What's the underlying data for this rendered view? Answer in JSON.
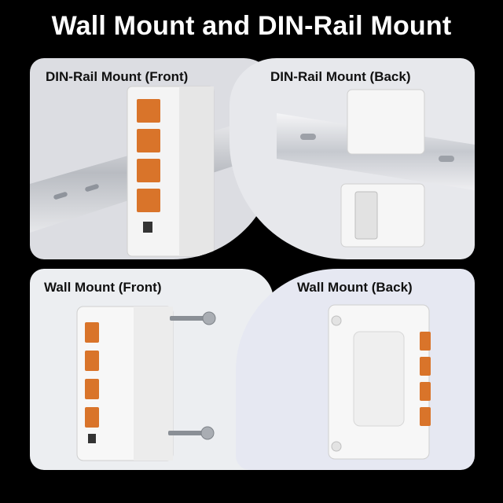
{
  "title": "Wall Mount and DIN-Rail Mount",
  "panels": {
    "din_front": {
      "label": "DIN-Rail Mount (Front)"
    },
    "din_back": {
      "label": "DIN-Rail Mount (Back)"
    },
    "wall_front": {
      "label": "Wall Mount (Front)"
    },
    "wall_back": {
      "label": "Wall Mount (Back)"
    }
  },
  "device": {
    "port_count": 4,
    "port_color": "#d9742a",
    "body_color": "#f3f3f3"
  }
}
